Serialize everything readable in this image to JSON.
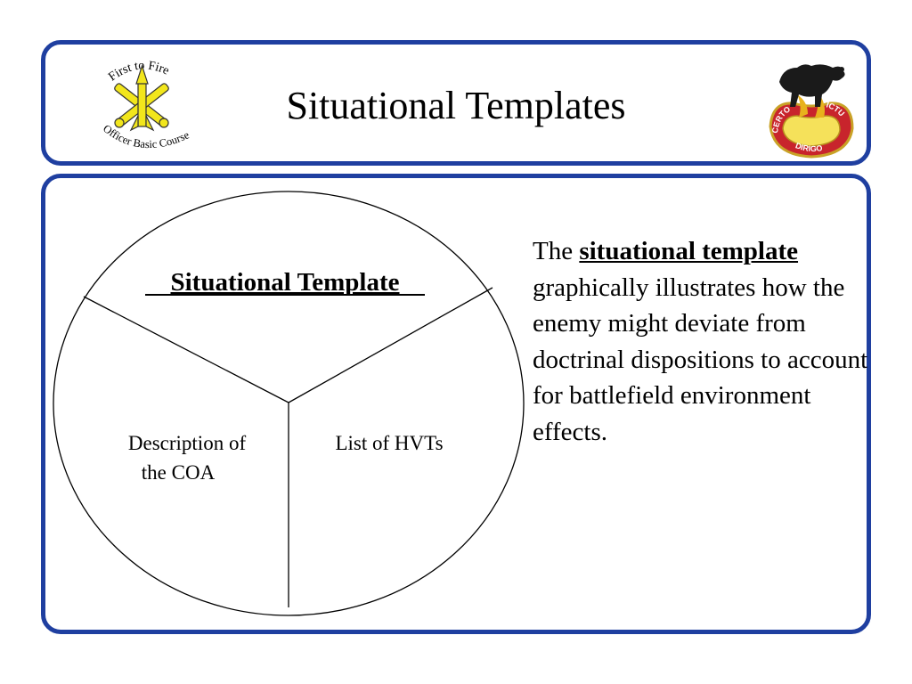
{
  "header": {
    "title": "Situational Templates",
    "left_logo": {
      "icon": "artillery-crossed-cannons-icon",
      "top_text": "First to Fire",
      "bottom_text": "Officer Basic Course",
      "color": "#f2e61c"
    },
    "right_logo": {
      "icon": "bear-crest-icon",
      "motto_left": "CERTO",
      "motto_right": "ICTU",
      "motto_bottom": "DIRIGO",
      "color": "#c8242c"
    }
  },
  "diagram": {
    "heading": "Situational Template",
    "left_section": {
      "line1": "Description of",
      "line2": "the COA"
    },
    "right_section": {
      "label": "List of HVTs"
    }
  },
  "description": {
    "prefix": "The ",
    "key_term": "situational template",
    "rest": " graphically illustrates how the enemy might deviate from doctrinal dispositions to account for battlefield environment effects."
  },
  "colors": {
    "panel_border": "#1f3fa0"
  }
}
